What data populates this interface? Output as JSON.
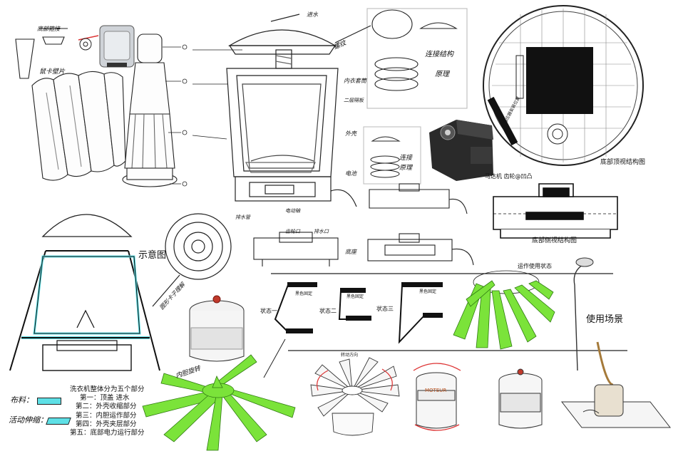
{
  "colors": {
    "accent_green": "#7be33a",
    "accent_cyan": "#5ee0e6",
    "ink": "#111111",
    "dark": "#1a1a1a"
  },
  "sketch_notes": {
    "bottom_fixed": "底部箍接",
    "expand_clip": "鼠卡壁片",
    "water_inlet": "进水",
    "thread": "螺纹",
    "inner_liner": "内衣套筒",
    "second_cover": "二层隔板",
    "outer_shell": "外壳",
    "power": "电池",
    "motor_shaft": "电动轴",
    "drain_pipe": "排水管",
    "gear_port": "齿轮口",
    "drain_port": "排水口",
    "base": "底座",
    "connect_structure": "连接结构",
    "principle": "原理",
    "connect_principle_a": "连接",
    "connect_principle_b": "原理",
    "liner_rotation": "内胆旋转",
    "circle_hint": "圆形卡子理解",
    "state_hint": "状态一",
    "moteur": "MOTEUR",
    "rotation_note": "转动方向",
    "legend_fabric": "布料：",
    "legend_stretch": "活动伸缩："
  },
  "labels": {
    "bottom_top_view": "底部顶视结构图",
    "bottom_side_view": "底部侧视结构图",
    "sensor_position": "感应器安装位置",
    "motor_gear": "马达机 齿轮@凹凸",
    "schematic": "示意图",
    "operating_state": "运作使用状态",
    "usage_scene": "使用场景",
    "state1": "状态一",
    "state2": "状态二",
    "state3": "状态三",
    "black_fixed": "黑色固定"
  },
  "description": {
    "title": "洗衣机整体分为五个部分",
    "parts": [
      "第一：顶盖 进水",
      "第二：外壳收缩部分",
      "第三：内胆运作部分",
      "第四：外壳夹层部分",
      "第五：底部电力运行部分"
    ]
  },
  "icons": [
    "arrow-icon",
    "gear-icon",
    "motor-icon",
    "shower-head-icon"
  ]
}
